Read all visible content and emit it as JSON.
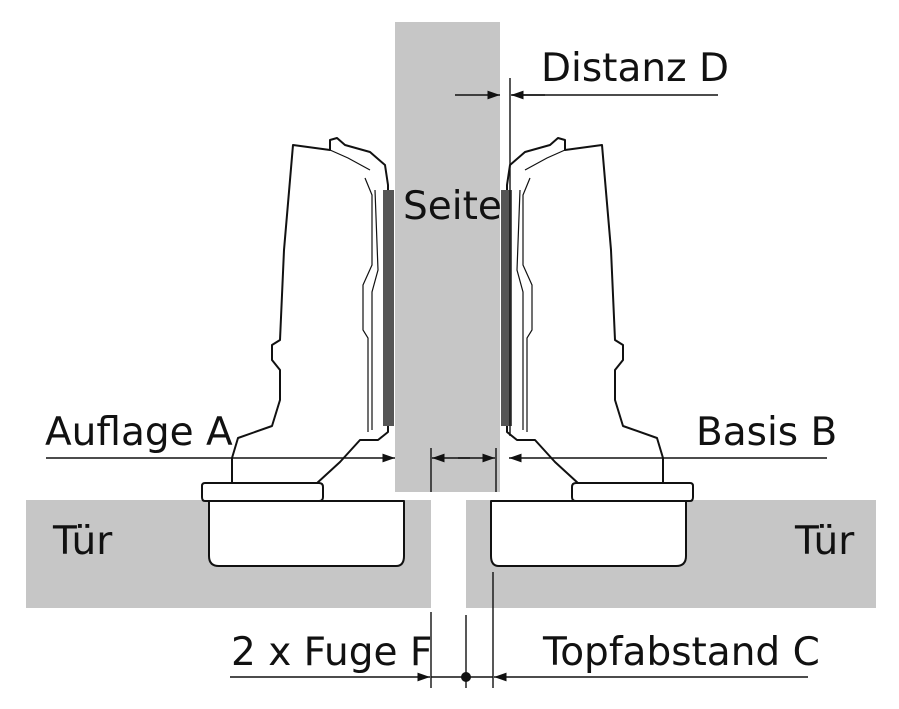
{
  "labels": {
    "distanz": "Distanz D",
    "seite": "Seite",
    "auflage": "Auflage A",
    "basis": "Basis B",
    "tuer_left": "Tür",
    "tuer_right": "Tür",
    "fuge": "2 x Fuge F",
    "topfabstand": "Topfabstand C"
  },
  "colors": {
    "panel": "#c6c6c6",
    "plate": "#555555",
    "line": "#111111",
    "background": "#ffffff"
  }
}
